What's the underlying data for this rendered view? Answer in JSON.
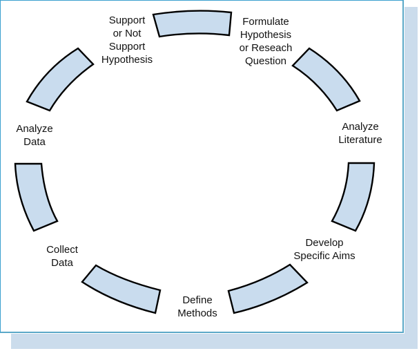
{
  "diagram": {
    "title": "Research cycle",
    "colors": {
      "segment_fill": "#c9dcee",
      "segment_stroke": "#000000",
      "frame": "#3aa0cf",
      "shadow": "#cbdcec"
    },
    "steps": [
      {
        "label": "Formulate\nHypothesis\nor Reseach\nQuestion"
      },
      {
        "label": "Analyze\nLiterature"
      },
      {
        "label": "Develop\nSpecific Aims"
      },
      {
        "label": "Define\nMethods"
      },
      {
        "label": "Collect\nData"
      },
      {
        "label": "Analyze\nData"
      },
      {
        "label": "Support\nor Not\nSupport\nHypothesis"
      }
    ]
  }
}
